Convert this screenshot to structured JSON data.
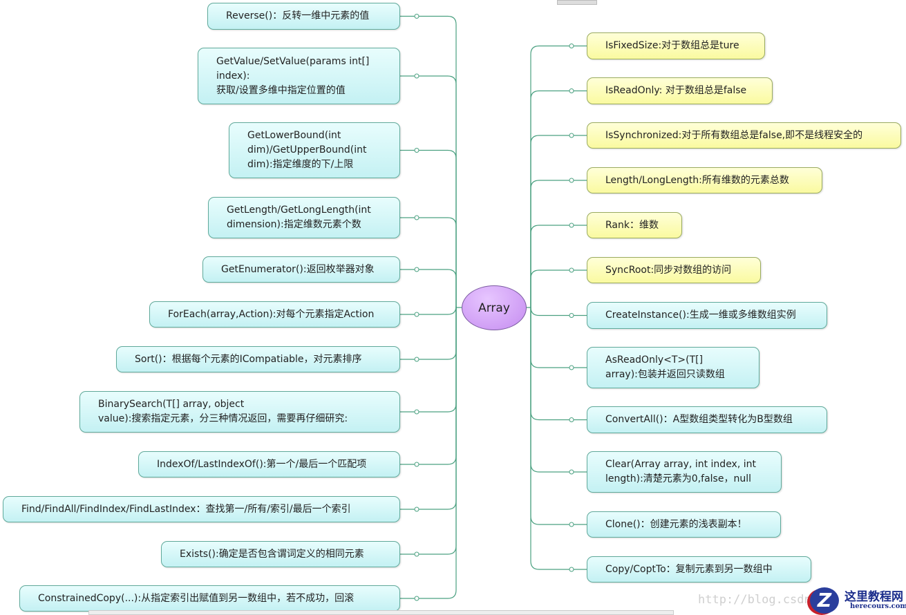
{
  "center": {
    "label": "Array",
    "color": "#c58cf0"
  },
  "colors": {
    "link": "#4aa080",
    "method_node": "#c4f1f3",
    "property_node": "#fafaa0"
  },
  "left_nodes": [
    {
      "text": "Reverse()：反转一维中元素的值",
      "style": "cyan"
    },
    {
      "text": "GetValue/SetValue(params int[]\nindex):\n获取/设置多维中指定位置的值",
      "style": "cyan"
    },
    {
      "text": "GetLowerBound(int\ndim)/GetUpperBound(int\ndim):指定维度的下/上限",
      "style": "cyan"
    },
    {
      "text": "GetLength/GetLongLength(int\ndimension):指定维数元素个数",
      "style": "cyan"
    },
    {
      "text": "GetEnumerator():返回枚举器对象",
      "style": "cyan"
    },
    {
      "text": "ForEach(array,Action):对每个元素指定Action",
      "style": "cyan"
    },
    {
      "text": "Sort()：根据每个元素的ICompatiable，对元素排序",
      "style": "cyan"
    },
    {
      "text": "BinarySearch(T[] array, object\nvalue):搜索指定元素，分三种情况返回，需要再仔细研究:",
      "style": "cyan"
    },
    {
      "text": "IndexOf/LastIndexOf():第一个/最后一个匹配项",
      "style": "cyan"
    },
    {
      "text": "Find/FindAll/FindIndex/FindLastIndex：查找第一/所有/索引/最后一个索引",
      "style": "cyan"
    },
    {
      "text": "Exists():确定是否包含谓词定义的相同元素",
      "style": "cyan"
    },
    {
      "text": "ConstrainedCopy(...):从指定索引出赋值到另一数组中，若不成功，回滚",
      "style": "cyan"
    }
  ],
  "right_nodes": [
    {
      "text": "IsFixedSize:对于数组总是ture",
      "style": "yellow"
    },
    {
      "text": "IsReadOnly: 对于数组总是false",
      "style": "yellow"
    },
    {
      "text": "IsSynchronized:对于所有数组总是false,即不是线程安全的",
      "style": "yellow"
    },
    {
      "text": "Length/LongLength:所有维数的元素总数",
      "style": "yellow"
    },
    {
      "text": "Rank：维数",
      "style": "yellow"
    },
    {
      "text": "SyncRoot:同步对数组的访问",
      "style": "yellow"
    },
    {
      "text": "CreateInstance():生成一维或多维数组实例",
      "style": "cyan"
    },
    {
      "text": "AsReadOnly<T>(T[]\narray):包装并返回只读数组",
      "style": "cyan"
    },
    {
      "text": "ConvertAll()：A型数组类型转化为B型数组",
      "style": "cyan"
    },
    {
      "text": "Clear(Array array, int index, int\nlength):清楚元素为0,false，null",
      "style": "cyan"
    },
    {
      "text": "Clone()：创建元素的浅表副本！",
      "style": "cyan"
    },
    {
      "text": "Copy/CoptTo：复制元素到另一数组中",
      "style": "cyan"
    }
  ],
  "watermark": {
    "url_text": "http://blog.csdn",
    "logo_cn": "这里教程网",
    "logo_en": "herecours.com",
    "logo_letter": "Z"
  }
}
